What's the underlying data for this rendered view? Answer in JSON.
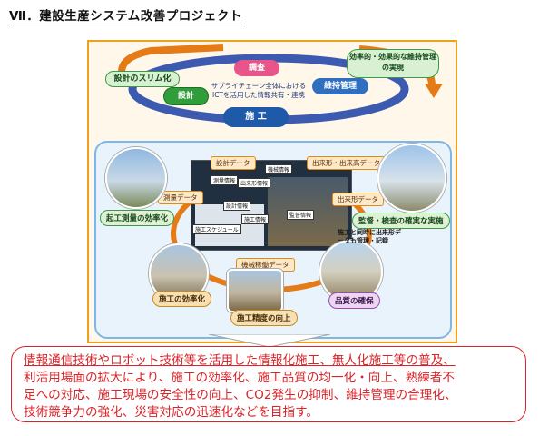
{
  "title": "Ⅶ．建設生産システム改善プロジェクト",
  "cycle": {
    "survey": "調査",
    "design": "設計",
    "construction": "施 工",
    "maintenance": "維持管理",
    "design_slim": "設計のスリム化",
    "efficient_maint": "効率的・効果的な維持管理の実現",
    "center_line1": "サプライチェーン全体における",
    "center_line2": "ICTを活用した情報共有・連携"
  },
  "data_tags": {
    "design_data": "設計データ",
    "output_data": "出来形・出来高データ",
    "survey_data": "測量データ",
    "quality_data": "出来形データ",
    "machine_data": "機械稼働データ"
  },
  "screen_tags": [
    "機械情報",
    "測量情報",
    "出来形情報",
    "設計情報",
    "施工情報",
    "監督情報",
    "施工スケジュール"
  ],
  "outcomes": {
    "survey_eff": "起工測量の効率化",
    "supervision": "監督・検査の確実な実施",
    "construct_eff": "施工の効率化",
    "quality": "品質の確保",
    "precision": "施工精度の向上",
    "record_note": "施工と同時に出来形データも管理・記録"
  },
  "note": {
    "line1_u": "情報通信技術やロボット技術等を活用した情報化施工、無人化施工等の普及、",
    "line2": "利活用場面の拡大により、施工の効率化、施工品質の均一化・向上、熟練者不",
    "line3": "足への対応、施工現場の安全性の向上、CO2発生の抑制、維持管理の合理化、",
    "line4": "技術競争力の強化、災害対応の迅速化などを目指す。"
  }
}
